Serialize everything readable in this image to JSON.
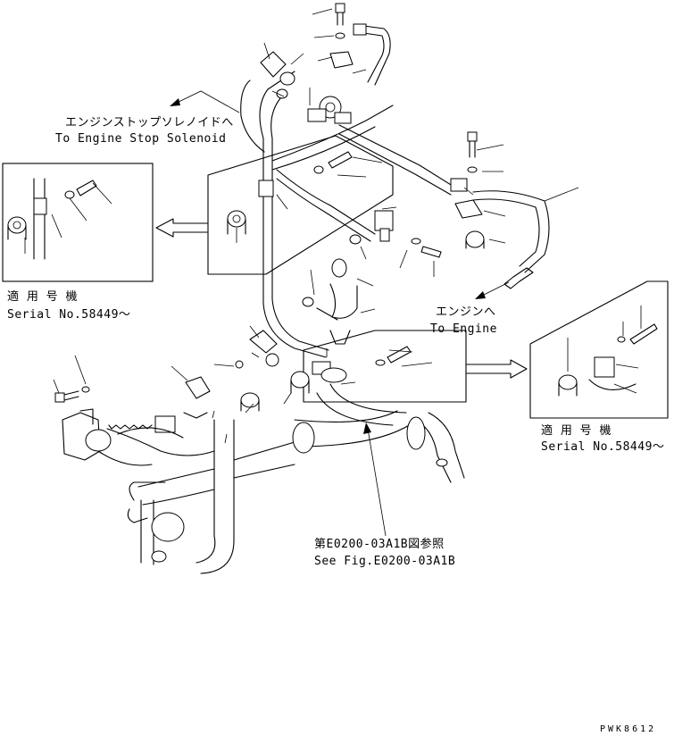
{
  "labels": {
    "engine_stop_jp": "エンジンストップソレノイドへ",
    "engine_stop_en": "To Engine Stop Solenoid",
    "engine_jp": "エンジンへ",
    "engine_en": "To Engine",
    "serial_left_jp": "適 用 号 機",
    "serial_left_en": "Serial No.58449～",
    "serial_right_jp": "適 用 号 機",
    "serial_right_en": "Serial No.58449～",
    "see_fig_jp": "第E0200-03A1B図参照",
    "see_fig_en": "See Fig.E0200-03A1B",
    "drawing_code": "PWK8612"
  }
}
